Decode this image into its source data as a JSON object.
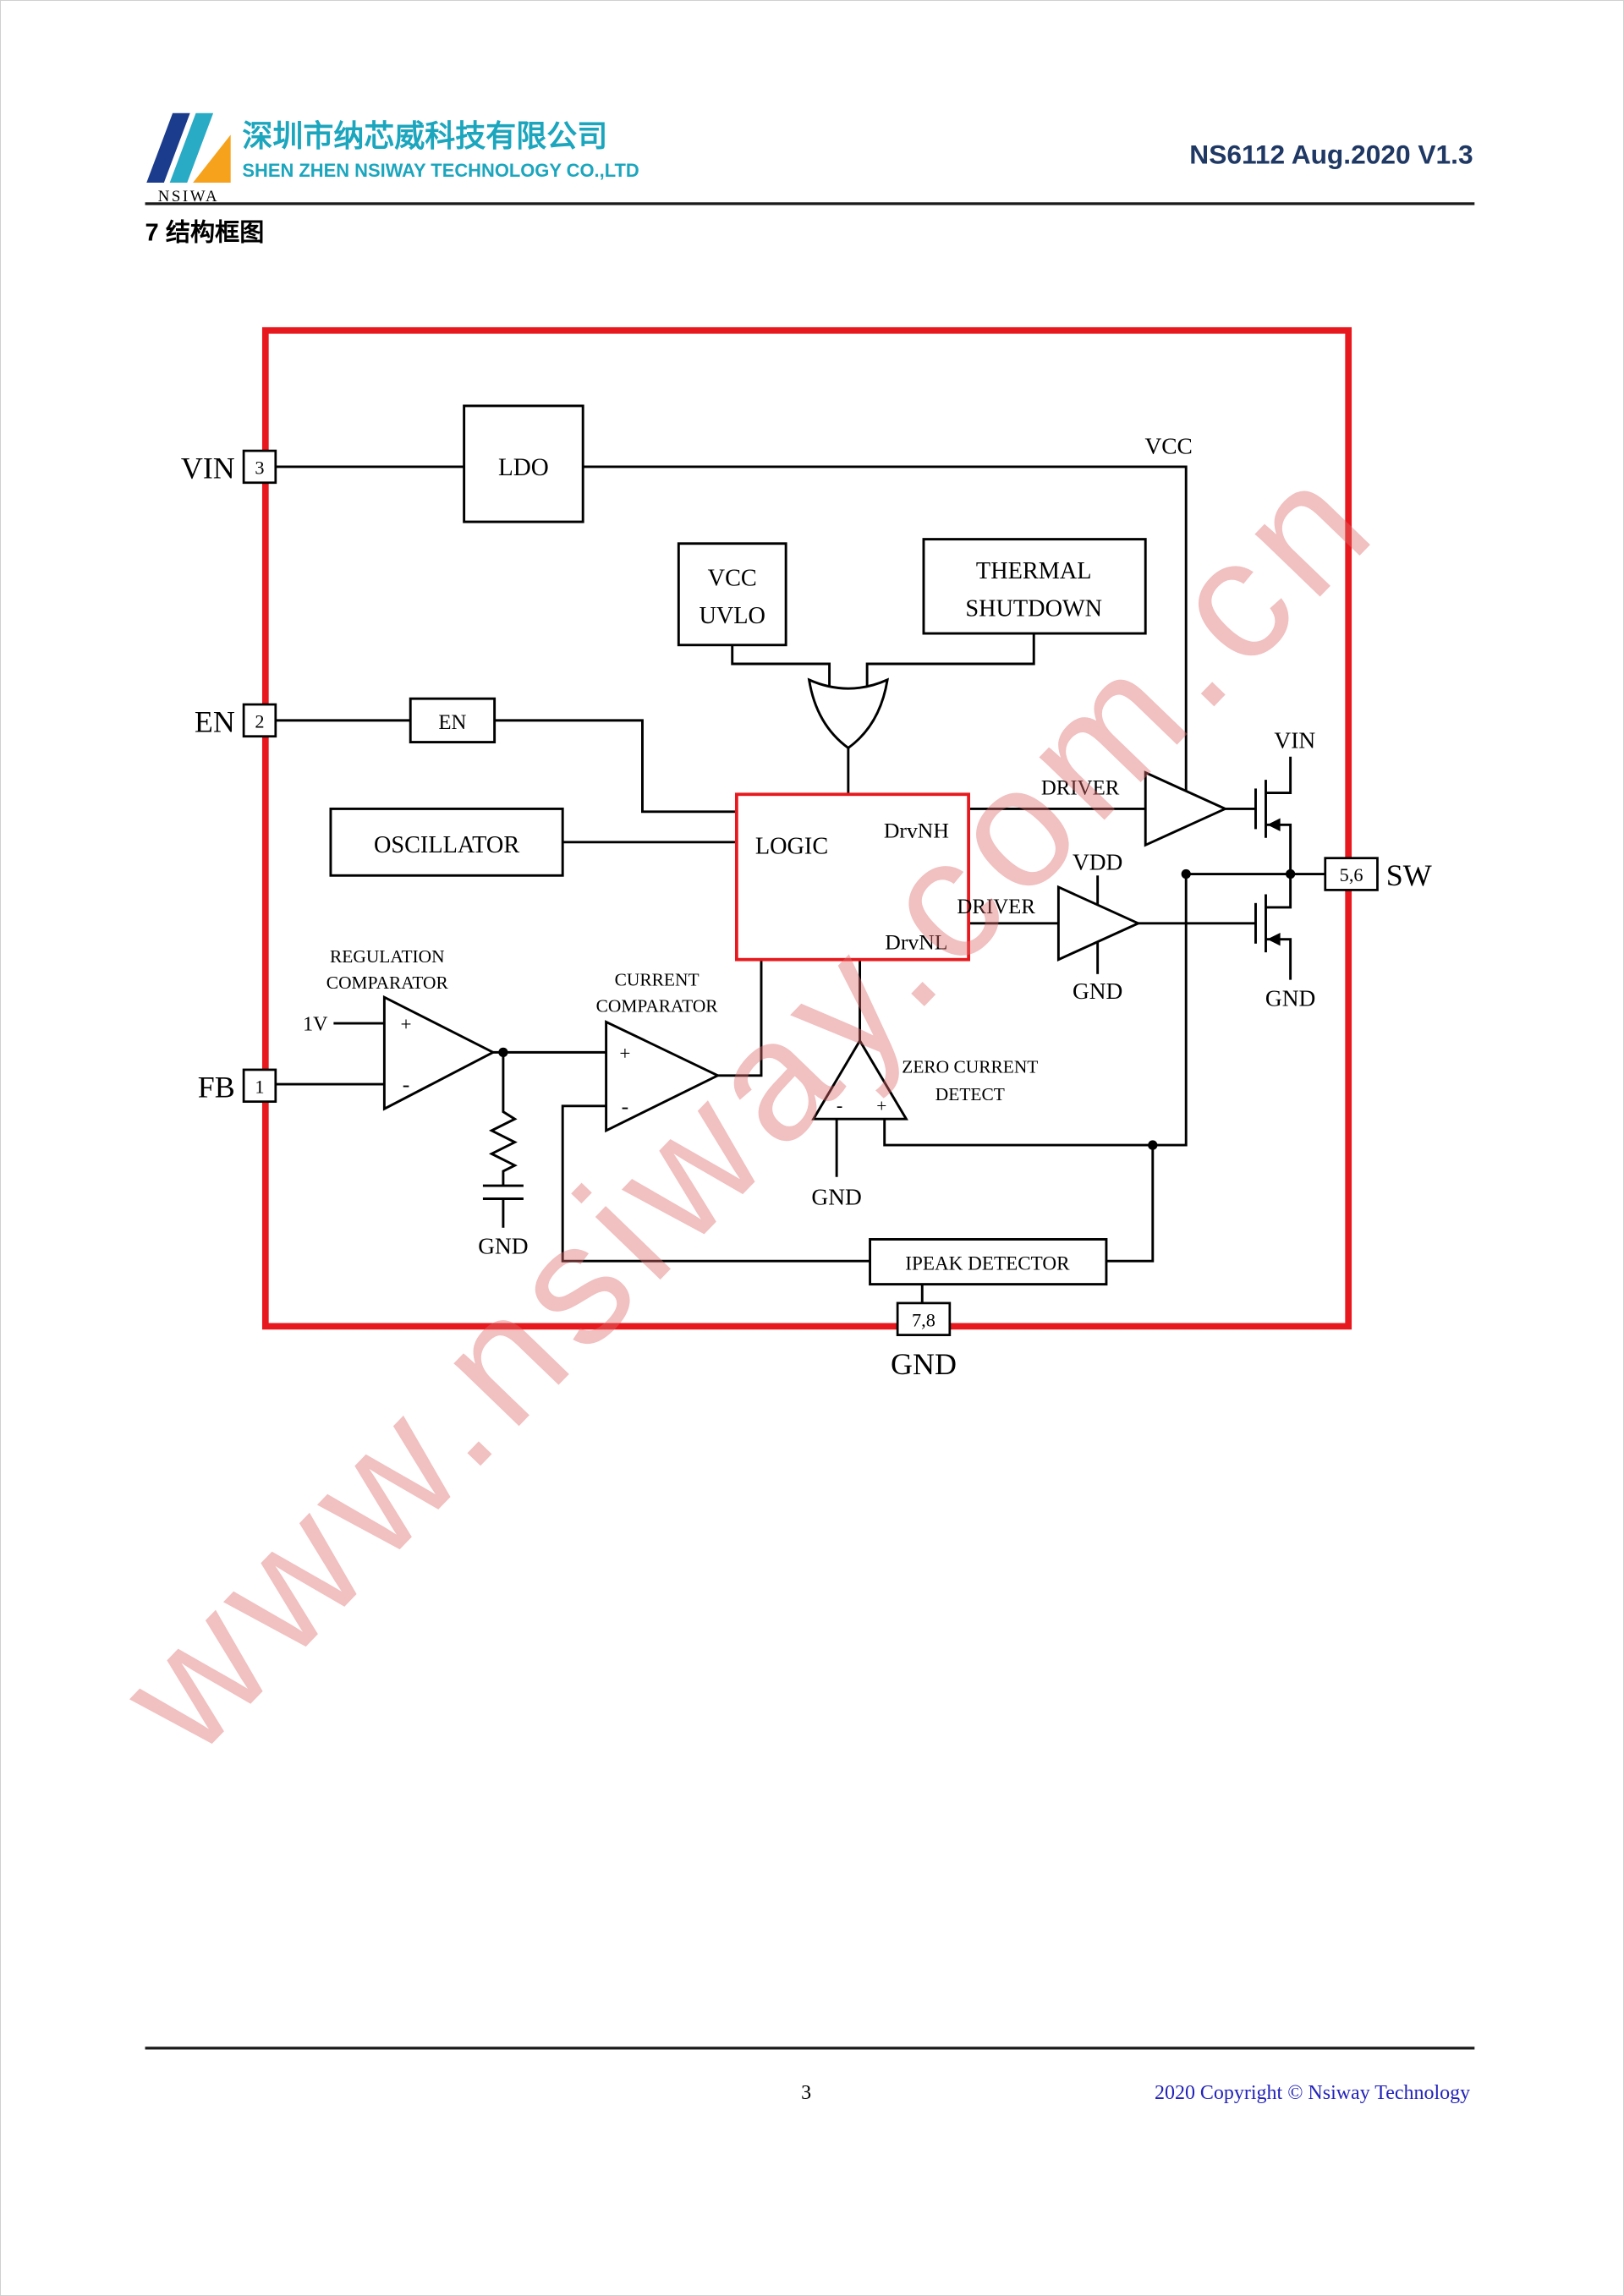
{
  "header": {
    "logo_text": "NSIWA",
    "company_cn": "深圳市纳芯威科技有限公司",
    "company_en": "SHEN ZHEN NSIWAY TECHNOLOGY CO.,LTD",
    "doc_ref": "NS6112 Aug.2020 V1.3"
  },
  "section_title": "7 结构框图",
  "watermark": "www.nsiway.com.cn",
  "footer": {
    "page_number": "3",
    "copyright": "2020 Copyright © Nsiway Technology"
  },
  "diagram": {
    "pins": {
      "vin": {
        "label": "VIN",
        "number": "3"
      },
      "en": {
        "label": "EN",
        "number": "2"
      },
      "fb": {
        "label": "FB",
        "number": "1"
      },
      "sw": {
        "label": "SW",
        "number": "5,6"
      },
      "gnd": {
        "label": "GND",
        "number": "7,8"
      }
    },
    "blocks": {
      "ldo": "LDO",
      "vcc_uvlo_1": "VCC",
      "vcc_uvlo_2": "UVLO",
      "thermal_1": "THERMAL",
      "thermal_2": "SHUTDOWN",
      "en": "EN",
      "oscillator": "OSCILLATOR",
      "logic": "LOGIC",
      "ipeak": "IPEAK DETECTOR"
    },
    "signals": {
      "vcc": "VCC",
      "vin": "VIN",
      "vdd": "VDD",
      "gnd": "GND",
      "drvnh": "DrvNH",
      "drvnl": "DrvNL",
      "ref": "1V",
      "plus": "+",
      "minus": "-"
    },
    "labels": {
      "driver": "DRIVER",
      "reg_comp_1": "REGULATION",
      "reg_comp_2": "COMPARATOR",
      "cur_comp_1": "CURRENT",
      "cur_comp_2": "COMPARATOR",
      "zcd_1": "ZERO CURRENT",
      "zcd_2": "DETECT"
    },
    "colors": {
      "border_red": "#e8191e",
      "header_cyan": "#1ca6be",
      "doc_ref_navy": "#1f3864",
      "footer_blue": "#2323bb",
      "watermark_red": "#e06a6a",
      "logo_blue": "#1b3c8c",
      "logo_cyan": "#29abc5",
      "logo_orange": "#f6a21c"
    }
  }
}
